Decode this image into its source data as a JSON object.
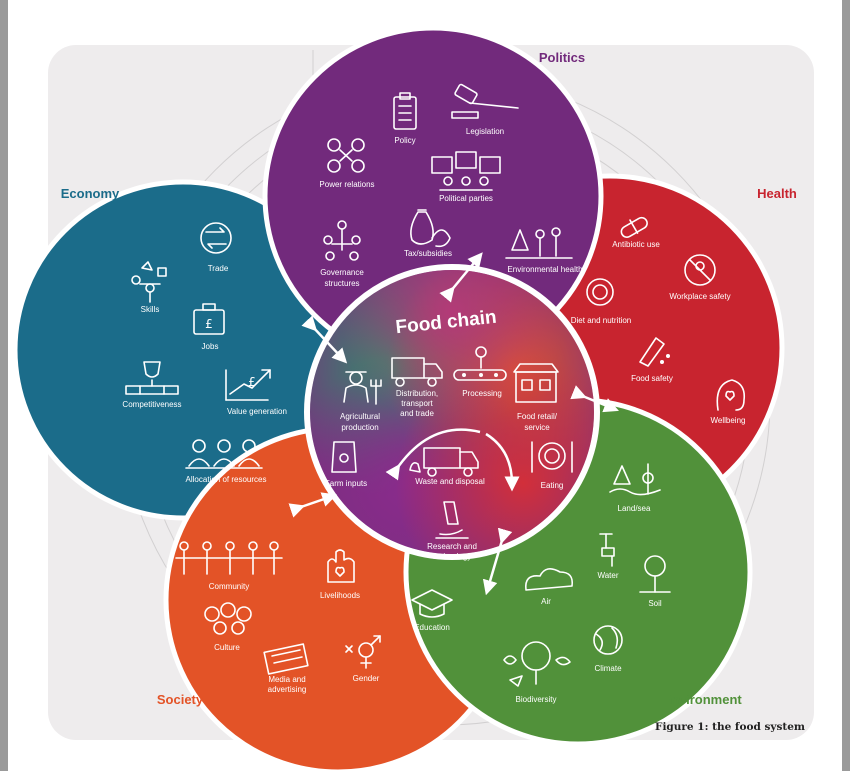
{
  "title": "Food chain",
  "caption": "Figure 1: the food system",
  "colors": {
    "politics": "#722a7c",
    "health": "#c8242f",
    "environment": "#51913a",
    "society": "#e35327",
    "economy": "#1b6c8a",
    "background": "#eeeced"
  },
  "sections": {
    "politics": {
      "title": "Politics",
      "items": [
        "Policy",
        "Legislation",
        "Power relations",
        "Political parties",
        "Governance",
        "structures",
        "Tax/subsidies"
      ]
    },
    "health": {
      "title": "Health",
      "items": [
        "Antibiotic use",
        "Environmental health",
        "Workplace safety",
        "Diet and nutrition",
        "Food safety",
        "Wellbeing"
      ]
    },
    "environment": {
      "title": "Environment",
      "items": [
        "Land/sea",
        "Water",
        "Soil",
        "Air",
        "Climate",
        "Biodiversity"
      ]
    },
    "society": {
      "title": "Society",
      "items": [
        "Community",
        "Livelihoods",
        "Education",
        "Culture",
        "Media and",
        "advertising",
        "Gender"
      ]
    },
    "economy": {
      "title": "Economy",
      "items": [
        "Trade",
        "Skills",
        "Jobs",
        "Competitiveness",
        "Value generation",
        "Allocation of resources"
      ]
    }
  },
  "food_chain": {
    "items": [
      "Agricultural",
      "production",
      "Distribution,",
      "transport",
      "and trade",
      "Processing",
      "Food retail/",
      "service",
      "Farm inputs",
      "Waste and disposal",
      "Eating",
      "Research and",
      "technology"
    ]
  }
}
